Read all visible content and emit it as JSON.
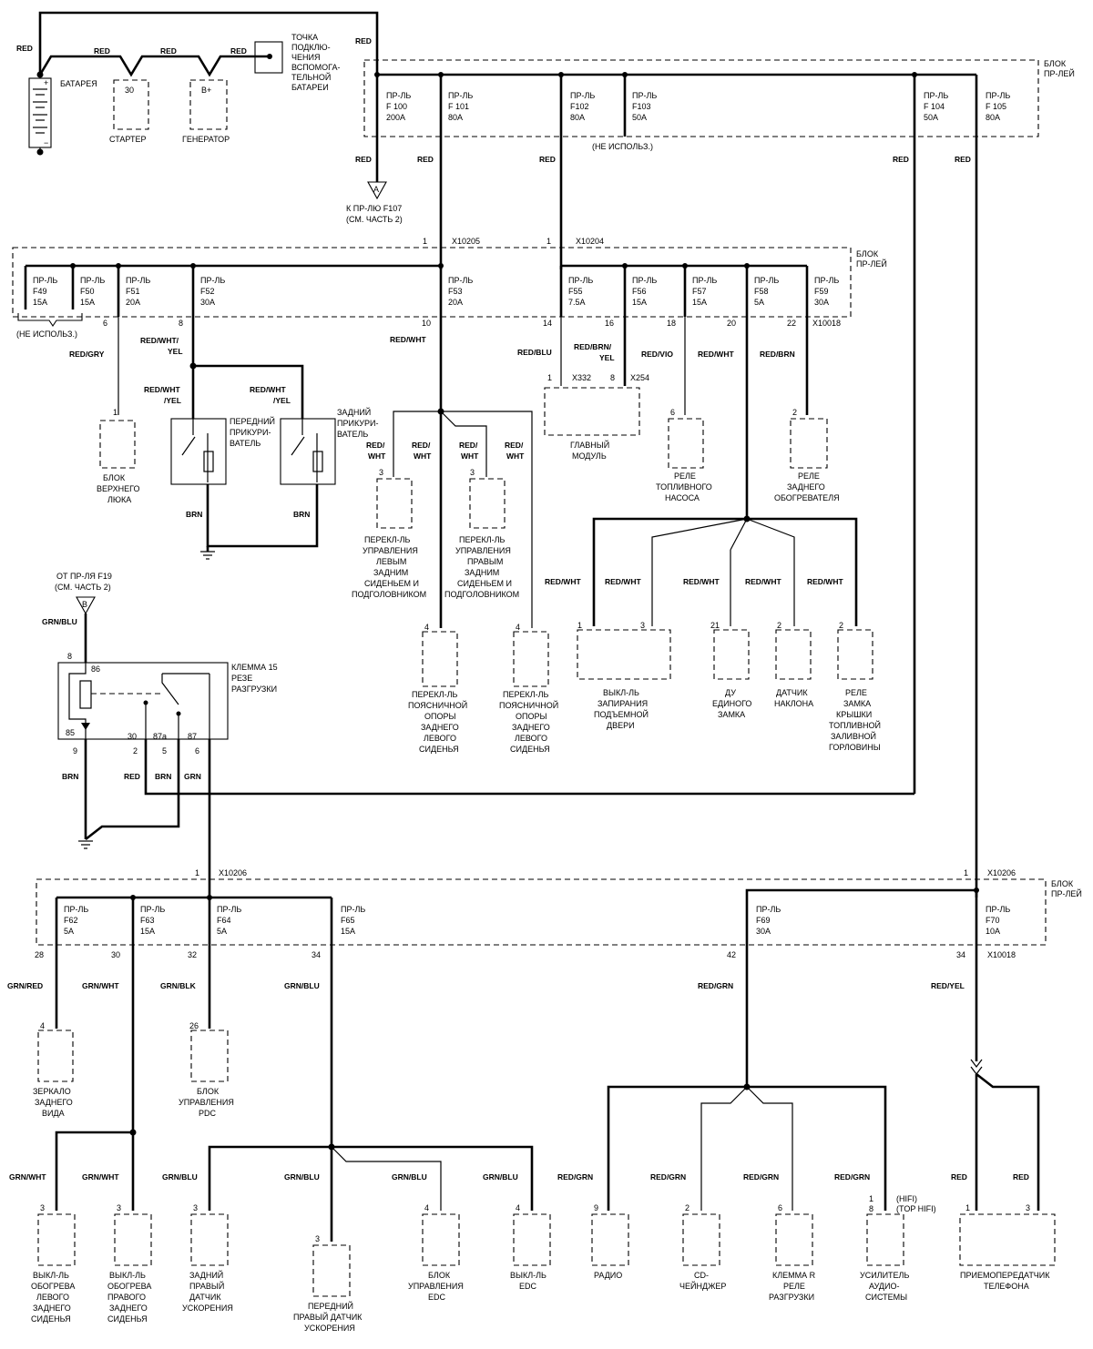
{
  "top": {
    "battery_label": "БАТАРЕЯ",
    "starter_label": "СТАРТЕР",
    "starter_pin": "30",
    "generator_label": "ГЕНЕРАТОР",
    "generator_pin": "B+",
    "aux_point": [
      "ТОЧКА",
      "ПОДКЛЮ-",
      "ЧЕНИЯ",
      "ВСПОМОГА-",
      "ТЕЛЬНОЙ",
      "БАТАРЕИ"
    ],
    "wires": [
      "RED",
      "RED",
      "RED",
      "RED",
      "RED"
    ],
    "not_used": "(НЕ ИСПОЛЬЗ.)",
    "to_f107": [
      "К ПР-ЛЮ F107",
      "(СМ. ЧАСТЬ 2)"
    ],
    "to_f107_marker": "A"
  },
  "block1": {
    "title": [
      "БЛОК",
      "ПР-ЛЕЙ"
    ],
    "fuses": [
      {
        "name": "ПР-ЛЬ",
        "id": "F 100",
        "rating": "200A"
      },
      {
        "name": "ПР-ЛЬ",
        "id": "F 101",
        "rating": "80A"
      },
      {
        "name": "ПР-ЛЬ",
        "id": "F102",
        "rating": "80A"
      },
      {
        "name": "ПР-ЛЬ",
        "id": "F103",
        "rating": "50A"
      },
      {
        "name": "ПР-ЛЬ",
        "id": "F 104",
        "rating": "50A"
      },
      {
        "name": "ПР-ЛЬ",
        "id": "F 105",
        "rating": "80A"
      }
    ],
    "out_wires": [
      "RED",
      "RED",
      "RED",
      "RED",
      "RED"
    ]
  },
  "block2": {
    "title": [
      "БЛОК",
      "ПР-ЛЕЙ"
    ],
    "conn_a": "X10205",
    "conn_b": "X10204",
    "conn_bottom": "X10018",
    "not_used": "(НЕ ИСПОЛЬЗ.)",
    "fuses": [
      {
        "name": "ПР-ЛЬ",
        "id": "F49",
        "rating": "15A"
      },
      {
        "name": "ПР-ЛЬ",
        "id": "F50",
        "rating": "15A"
      },
      {
        "name": "ПР-ЛЬ",
        "id": "F51",
        "rating": "20A",
        "pin": "6"
      },
      {
        "name": "ПР-ЛЬ",
        "id": "F52",
        "rating": "30A",
        "pin": "8"
      },
      {
        "name": "ПР-ЛЬ",
        "id": "F53",
        "rating": "20A",
        "pin": "10"
      },
      {
        "name": "ПР-ЛЬ",
        "id": "F55",
        "rating": "7.5A",
        "pin": "14"
      },
      {
        "name": "ПР-ЛЬ",
        "id": "F56",
        "rating": "15A",
        "pin": "16"
      },
      {
        "name": "ПР-ЛЬ",
        "id": "F57",
        "rating": "15A",
        "pin": "18"
      },
      {
        "name": "ПР-ЛЬ",
        "id": "F58",
        "rating": "5A",
        "pin": "20"
      },
      {
        "name": "ПР-ЛЬ",
        "id": "F59",
        "rating": "30A",
        "pin": "22"
      }
    ]
  },
  "mid": {
    "w_redgry": "RED/GRY",
    "w_redwhtyel": [
      "RED/WHT/",
      "YEL"
    ],
    "w_redwhtyel2": [
      "RED/WHT",
      "/YEL"
    ],
    "w_redwhtyel3": [
      "RED/WHT",
      "/YEL"
    ],
    "w_redwht": "RED/WHT",
    "w_redblu": "RED/BLU",
    "w_redbrnyel": [
      "RED/BRN/",
      "YEL"
    ],
    "w_redvio": "RED/VIO",
    "w_redwht2": "RED/WHT",
    "w_redbrn": "RED/BRN",
    "w_brn": "BRN",
    "w_brn2": "BRN",
    "w_redwht_split": [
      "RED/",
      "WHT"
    ],
    "sunroof": {
      "pin": "1",
      "label": [
        "БЛОК",
        "ВЕРХНЕГО",
        "ЛЮКА"
      ]
    },
    "front_lighter": [
      "ПЕРЕДНИЙ",
      "ПРИКУРИ-",
      "ВАТЕЛЬ"
    ],
    "rear_lighter": [
      "ЗАДНИЙ",
      "ПРИКУРИ-",
      "ВАТЕЛЬ"
    ],
    "seat_left": {
      "pin": "3",
      "label": [
        "ПЕРЕКЛ-ЛЬ",
        "УПРАВЛЕНИЯ",
        "ЛЕВЫМ",
        "ЗАДНИМ",
        "СИДЕНЬЕМ И",
        "ПОДГОЛОВНИКОМ"
      ]
    },
    "seat_right": {
      "pin": "3",
      "label": [
        "ПЕРЕКЛ-ЛЬ",
        "УПРАВЛЕНИЯ",
        "ПРАВЫМ",
        "ЗАДНИМ",
        "СИДЕНЬЕМ И",
        "ПОДГОЛОВНИКОМ"
      ]
    },
    "lumbar_left": {
      "pin": "4",
      "label": [
        "ПЕРЕКЛ-ЛЬ",
        "ПОЯСНИЧНОЙ",
        "ОПОРЫ",
        "ЗАДНЕГО",
        "ЛЕВОГО",
        "СИДЕНЬЯ"
      ]
    },
    "lumbar_right": {
      "pin": "4",
      "label": [
        "ПЕРЕКЛ-ЛЬ",
        "ПОЯСНИЧНОЙ",
        "ОПОРЫ",
        "ЗАДНЕГО",
        "ЛЕВОГО",
        "СИДЕНЬЯ"
      ]
    },
    "main_module": {
      "pin_a": "1",
      "conn_a": "X332",
      "pin_b": "8",
      "conn_b": "X254",
      "label": [
        "ГЛАВНЫЙ",
        "МОДУЛЬ"
      ]
    },
    "fuel_relay": {
      "pin": "6",
      "label": [
        "РЕЛЕ",
        "ТОПЛИВНОГО",
        "НАСОСА"
      ]
    },
    "heater_relay": {
      "pin": "2",
      "label": [
        "РЕЛЕ",
        "ЗАДНЕГО",
        "ОБОГРЕВАТЕЛЯ"
      ]
    },
    "liftgate": {
      "pin_a": "1",
      "pin_b": "3",
      "label": [
        "ВЫКЛ-ЛЬ",
        "ЗАПИРАНИЯ",
        "ПОДЪЕМНОЙ",
        "ДВЕРИ"
      ]
    },
    "central_lock": {
      "pin": "21",
      "label": [
        "ДУ",
        "ЕДИНОГО",
        "ЗАМКА"
      ]
    },
    "tilt_sensor": {
      "pin": "2",
      "label": [
        "ДАТЧИК",
        "НАКЛОНА"
      ]
    },
    "fuel_lid": {
      "pin": "2",
      "label": [
        "РЕЛЕ",
        "ЗАМКА",
        "КРЫШКИ",
        "ТОПЛИВНОЙ",
        "ЗАЛИВНОЙ",
        "ГОРЛОВИНЫ"
      ]
    },
    "from_f19": [
      "ОТ ПР-ЛЯ F19",
      "(СМ. ЧАСТЬ 2)"
    ],
    "from_f19_marker": "B",
    "w_grnblu": "GRN/BLU",
    "k15_relay": {
      "label": [
        "КЛЕММА 15",
        "РЕЗЕ",
        "РАЗГРУЗКИ"
      ],
      "pins": [
        "8",
        "86",
        "85",
        "30",
        "87a",
        "87",
        "9",
        "2",
        "5",
        "6"
      ]
    },
    "w_brn3": "BRN",
    "w_red": "RED",
    "w_brn4": "BRN",
    "w_grn": "GRN"
  },
  "block3": {
    "title": [
      "БЛОК",
      "ПР-ЛЕЙ"
    ],
    "conn_left": "X10206",
    "conn_right": "X10206",
    "conn_bottom": "X10018",
    "pin_left": "1",
    "pin_right": "1",
    "fuses": [
      {
        "name": "ПР-ЛЬ",
        "id": "F62",
        "rating": "5A",
        "pin": "28"
      },
      {
        "name": "ПР-ЛЬ",
        "id": "F63",
        "rating": "15A",
        "pin": "30"
      },
      {
        "name": "ПР-ЛЬ",
        "id": "F64",
        "rating": "5A",
        "pin": "32"
      },
      {
        "name": "ПР-ЛЬ",
        "id": "F65",
        "rating": "15A",
        "pin": "34"
      },
      {
        "name": "ПР-ЛЬ",
        "id": "F69",
        "rating": "30A",
        "pin": "42"
      },
      {
        "name": "ПР-ЛЬ",
        "id": "F70",
        "rating": "10A",
        "pin": "34"
      }
    ]
  },
  "bottom": {
    "w_grnred": "GRN/RED",
    "w_grnwht": "GRN/WHT",
    "w_grnblk": "GRN/BLK",
    "w_grnblu": "GRN/BLU",
    "w_redgrn": "RED/GRN",
    "w_redyel": "RED/YEL",
    "mirror": {
      "pin": "4",
      "label": [
        "ЗЕРКАЛО",
        "ЗАДНЕГО",
        "ВИДА"
      ]
    },
    "pdc": {
      "pin": "26",
      "label": [
        "БЛОК",
        "УПРАВЛЕНИЯ",
        "PDC"
      ]
    },
    "seat_heat_left": {
      "pin": "3",
      "wire": "GRN/WHT",
      "label": [
        "ВЫКЛ-ЛЬ",
        "ОБОГРЕВА",
        "ЛЕВОГО",
        "ЗАДНЕГО",
        "СИДЕНЬЯ"
      ]
    },
    "seat_heat_right": {
      "pin": "3",
      "wire": "GRN/WHT",
      "label": [
        "ВЫКЛ-ЛЬ",
        "ОБОГРЕВА",
        "ПРАВОГО",
        "ЗАДНЕГО",
        "СИДЕНЬЯ"
      ]
    },
    "rear_accel": {
      "pin": "3",
      "wire": "GRN/BLU",
      "label": [
        "ЗАДНИЙ",
        "ПРАВЫЙ",
        "ДАТЧИК",
        "УСКОРЕНИЯ"
      ]
    },
    "front_accel": {
      "pin": "3",
      "wire": "GRN/BLU",
      "label": [
        "ПЕРЕДНИЙ",
        "ПРАВЫЙ ДАТЧИК",
        "УСКОРЕНИЯ"
      ]
    },
    "edc_unit": {
      "pin": "4",
      "wire": "GRN/BLU",
      "label": [
        "БЛОК",
        "УПРАВЛЕНИЯ",
        "EDC"
      ]
    },
    "edc_switch": {
      "pin": "4",
      "wire": "GRN/BLU",
      "label": [
        "ВЫКЛ-ЛЬ",
        "EDC"
      ]
    },
    "radio": {
      "pin": "9",
      "wire": "RED/GRN",
      "label": [
        "РАДИО"
      ]
    },
    "cd": {
      "pin": "2",
      "wire": "RED/GRN",
      "label": [
        "CD-",
        "ЧЕЙНДЖЕР"
      ]
    },
    "relief_term": {
      "pin": "6",
      "wire": "RED/GRN",
      "label": [
        "КЛЕММА R",
        "РЕЛЕ",
        "РАЗГРУЗКИ"
      ]
    },
    "amp": {
      "pin_a": "1",
      "pin_b": "8",
      "note_a": "(HIFI)",
      "note_b": "(TOP HIFI)",
      "wire": "RED/GRN",
      "label": [
        "УСИЛИТЕЛЬ",
        "АУДИО-",
        "СИСТЕМЫ"
      ]
    },
    "phone": {
      "pin_a": "1",
      "pin_b": "3",
      "wire_a": "RED",
      "wire_b": "RED",
      "label": [
        "ПРИЕМОПЕРЕДАТЧИК",
        "ТЕЛЕФОНА"
      ]
    }
  }
}
